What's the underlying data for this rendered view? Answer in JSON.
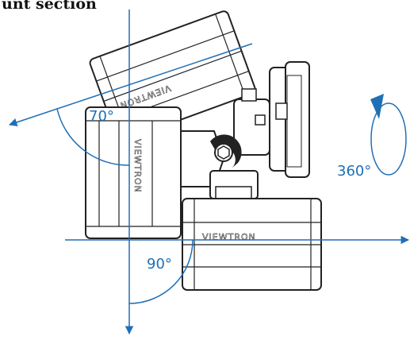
{
  "heading": "unt section",
  "angles": {
    "tilt": "70°",
    "pan": "90°",
    "rotate": "360°"
  },
  "brand": "VIEWTRON",
  "colors": {
    "axis": "#1f6fb5",
    "outline": "#222222",
    "accent": "#1f6fb5"
  }
}
